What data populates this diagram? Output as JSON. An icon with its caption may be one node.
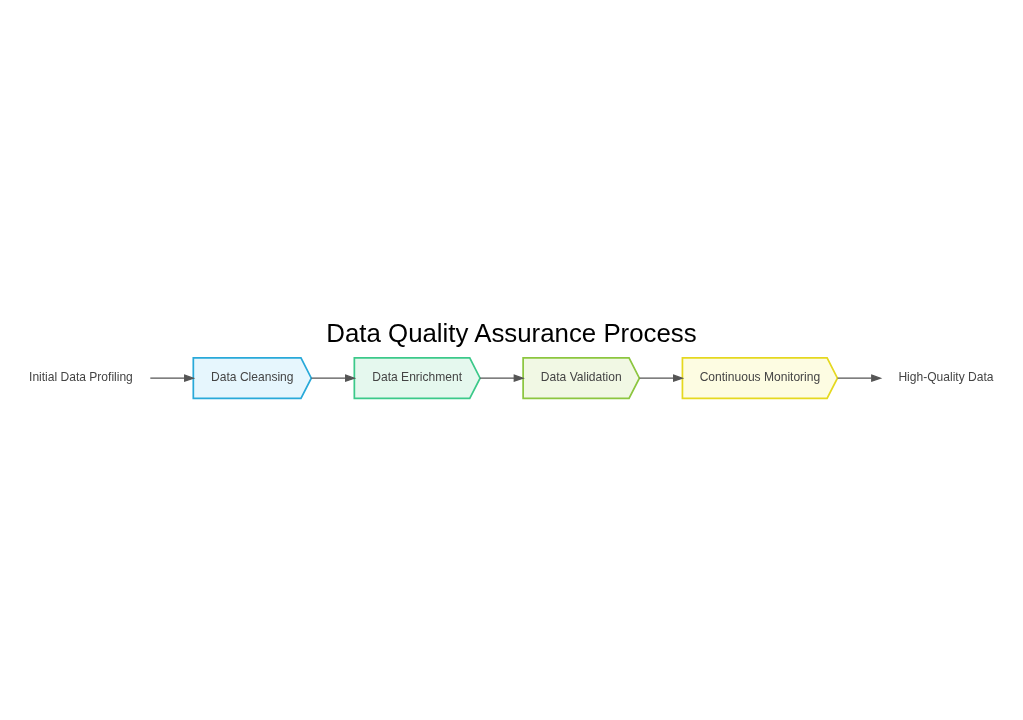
{
  "diagram": {
    "title": "Data Quality Assurance Process",
    "nodes": [
      {
        "text": [
          "Initial Data Profiling"
        ]
      },
      {
        "text": [
          "Data Cleansing"
        ]
      },
      {
        "text": [
          "Data Enrichment"
        ]
      },
      {
        "text": [
          "Data Validation"
        ]
      },
      {
        "text": [
          "Continuous Monitoring"
        ]
      },
      {
        "text": [
          "High-Quality Data"
        ]
      }
    ],
    "edges": [
      {
        "from": 0,
        "to": 1,
        "arrow": "to"
      },
      {
        "from": 1,
        "to": 2,
        "arrow": "to"
      },
      {
        "from": 2,
        "to": 3,
        "arrow": "to"
      },
      {
        "from": 3,
        "to": 4,
        "arrow": "to"
      },
      {
        "from": 4,
        "to": 5,
        "arrow": "to"
      }
    ]
  }
}
